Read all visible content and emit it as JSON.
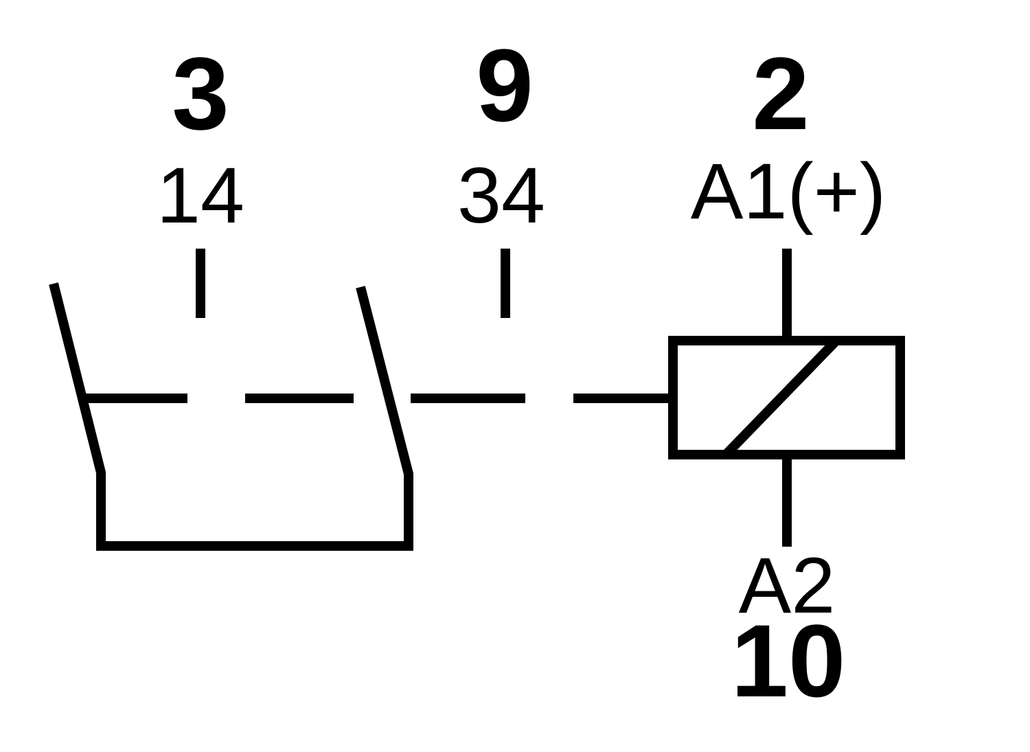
{
  "terminals": {
    "contact_1": {
      "pin": "3",
      "label": "14"
    },
    "contact_2": {
      "pin": "9",
      "label": "34"
    },
    "coil_top": {
      "pin": "2",
      "label": "A1(+)"
    },
    "coil_bottom": {
      "pin": "10",
      "label": "A2"
    }
  },
  "colors": {
    "line": "#000000",
    "background": "#ffffff"
  }
}
